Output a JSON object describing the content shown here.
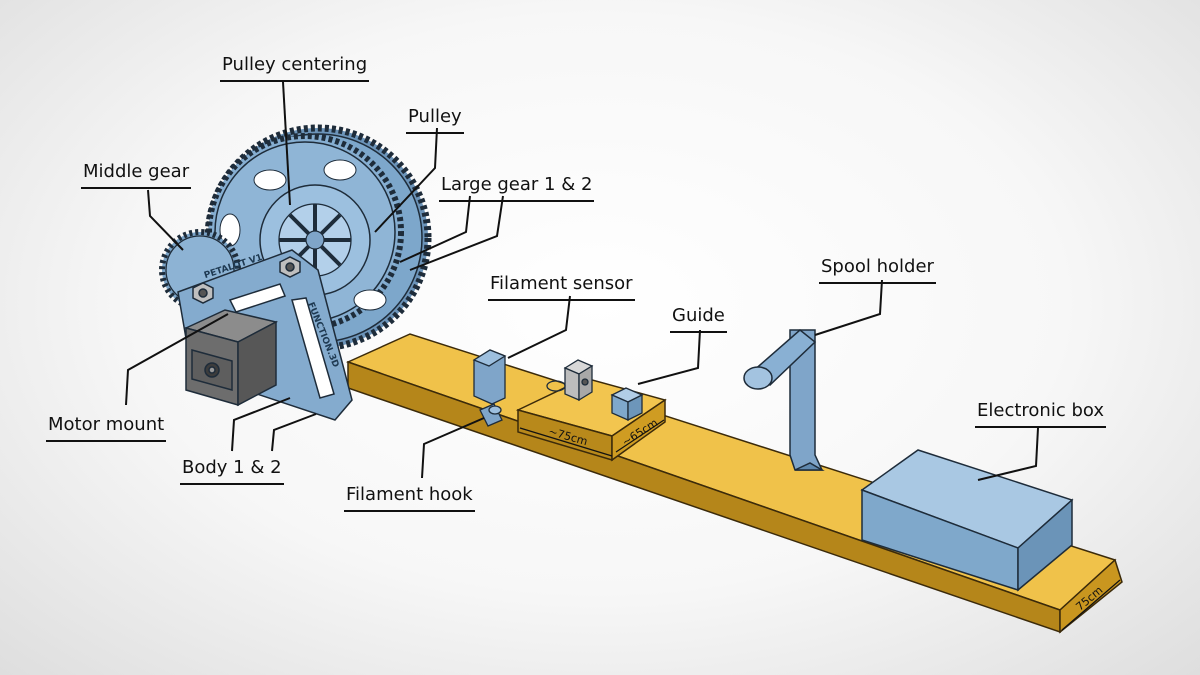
{
  "labels": {
    "pulley_centering": "Pulley centering",
    "pulley": "Pulley",
    "middle_gear": "Middle gear",
    "large_gear": "Large gear 1 & 2",
    "filament_sensor": "Filament sensor",
    "spool_holder": "Spool holder",
    "guide": "Guide",
    "motor_mount": "Motor mount",
    "electronic_box": "Electronic box",
    "body": "Body 1 & 2",
    "filament_hook": "Filament hook"
  },
  "dimensions": {
    "platform_length": "~75cm",
    "platform_width": "~65cm",
    "board_width": "75cm"
  },
  "part_text": {
    "body_marking": "PETALOT V1",
    "body_marking_side": "FUNCTION.3D"
  },
  "colors": {
    "wood": "#e6b43a",
    "parts": "#7fa9cc",
    "outline": "#1e2c3a"
  }
}
